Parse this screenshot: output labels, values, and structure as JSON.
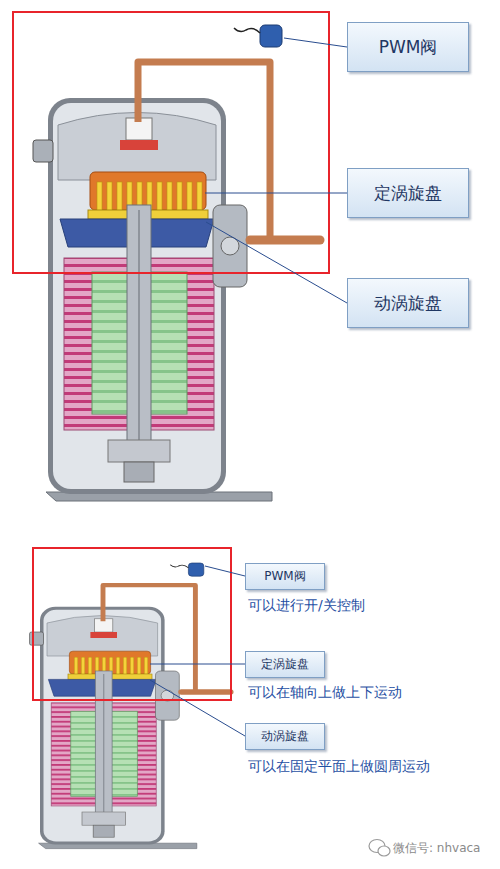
{
  "diagram": {
    "nodes": [
      {
        "text": [
          "PWM阀"
        ]
      },
      {
        "text": [
          "定涡旋盘"
        ]
      },
      {
        "text": [
          "动涡旋盘"
        ]
      },
      {
        "text": [
          "PWM阀"
        ]
      },
      {
        "text": [
          "定涡旋盘"
        ]
      },
      {
        "text": [
          "动涡旋盘"
        ]
      }
    ],
    "labels": [
      "可以进行开/关控制",
      "可以在轴向上做上下运动",
      "可以在固定平面上做圆周运动",
      "微信号: nhvaca"
    ]
  }
}
